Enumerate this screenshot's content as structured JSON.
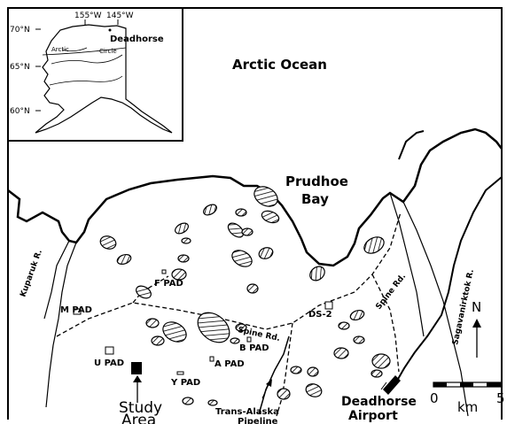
{
  "inset": {
    "lon_labels": [
      "155°W",
      "145°W"
    ],
    "lat_labels": [
      "70°N",
      "65°N",
      "60°N"
    ],
    "place": "Deadhorse",
    "arctic_circle_words": [
      "Arctic",
      "Circle"
    ]
  },
  "labels": {
    "ocean": "Arctic Ocean",
    "bay_line1": "Prudhoe",
    "bay_line2": "Bay",
    "kuparuk": "Kuparuk R.",
    "sagavanirktok": "Sagavanirktok R.",
    "spine_rd_1": "Spine Rd.",
    "spine_rd_2": "Spine Rd.",
    "pad_f": "F PAD",
    "pad_m": "M PAD",
    "pad_u": "U PAD",
    "pad_b": "B PAD",
    "pad_a": "A PAD",
    "pad_y": "Y PAD",
    "ds2": "DS-2",
    "study_line1": "Study",
    "study_line2": "Area",
    "pipeline_line1": "Trans-Alaska",
    "pipeline_line2": "Pipeline",
    "airport_line1": "Deadhorse",
    "airport_line2": "Airport",
    "north": "N"
  },
  "scale_bar": {
    "ticks": [
      "0",
      "km",
      "5"
    ]
  },
  "colors": {
    "ink": "#000000",
    "background": "#ffffff"
  }
}
